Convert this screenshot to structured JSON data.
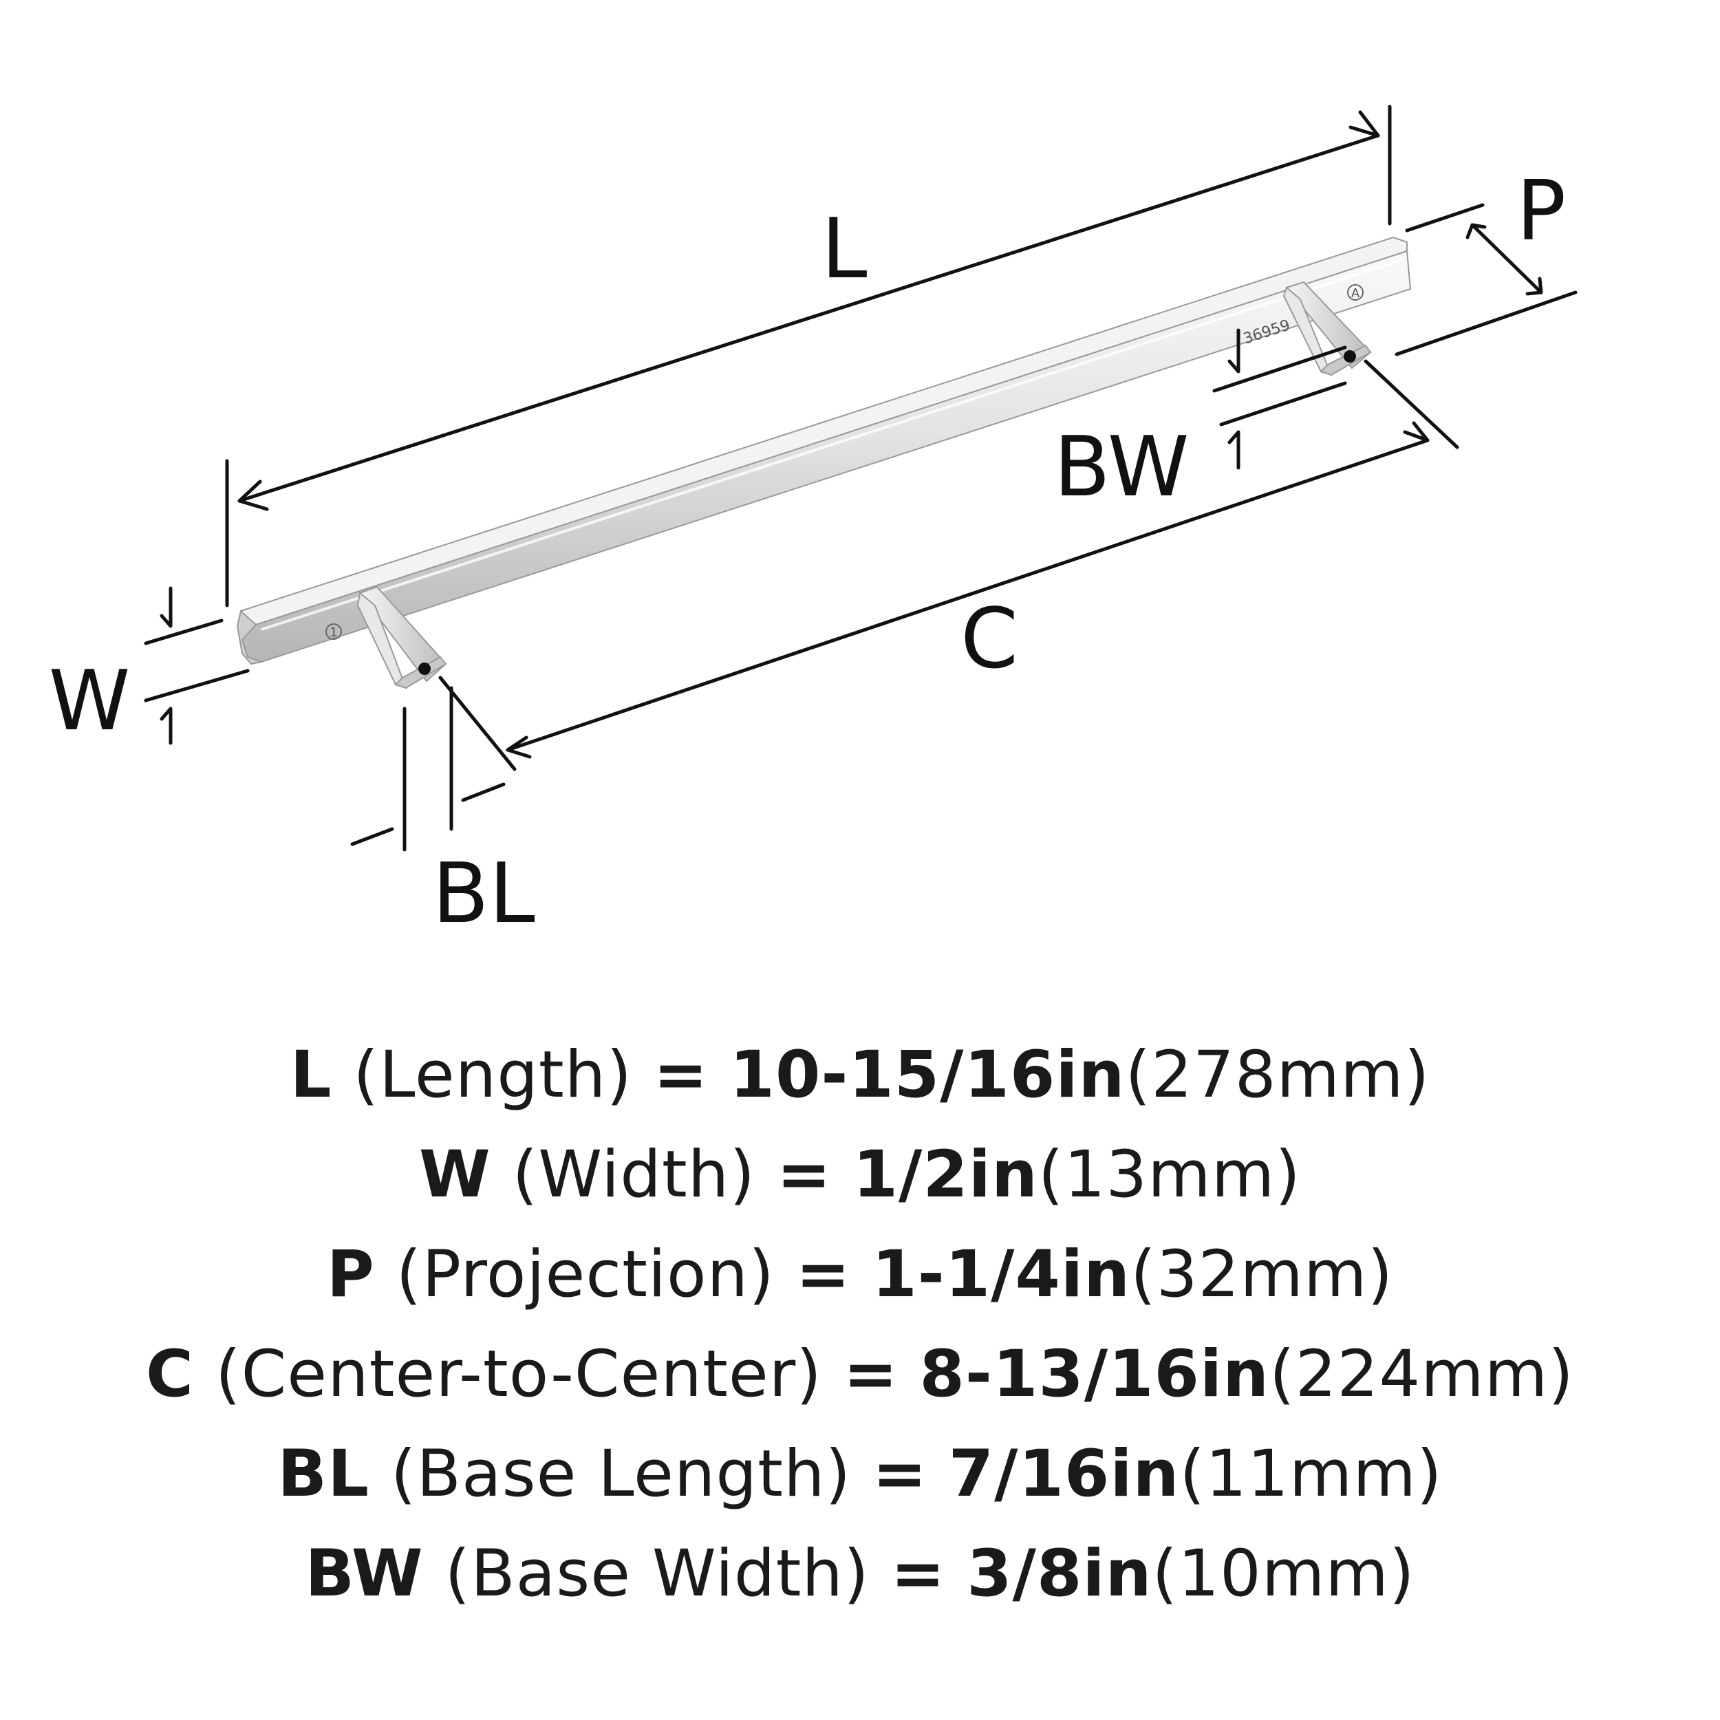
{
  "diagram": {
    "labels": {
      "L": "L",
      "W": "W",
      "P": "P",
      "C": "C",
      "BL": "BL",
      "BW": "BW"
    },
    "part_marks": {
      "end_a": "1",
      "end_b": "A",
      "part_number": "36959"
    }
  },
  "specs": [
    {
      "code": "L",
      "desc": "(Length)",
      "imperial": "10-15/16in",
      "metric": "(278mm)"
    },
    {
      "code": "W",
      "desc": "(Width)",
      "imperial": "1/2in",
      "metric": "(13mm)"
    },
    {
      "code": "P",
      "desc": "(Projection)",
      "imperial": "1-1/4in",
      "metric": "(32mm)"
    },
    {
      "code": "C",
      "desc": "(Center-to-Center)",
      "imperial": "8-13/16in",
      "metric": "(224mm)"
    },
    {
      "code": "BL",
      "desc": "(Base Length)",
      "imperial": "7/16in",
      "metric": "(11mm)"
    },
    {
      "code": "BW",
      "desc": "(Base Width)",
      "imperial": "3/8in",
      "metric": "(10mm)"
    }
  ],
  "equals_sign": "=",
  "colors": {
    "line": "#111111",
    "metal_light": "#f2f2f2",
    "metal_mid": "#d4d4d4",
    "metal_dark": "#a8a8a8",
    "text": "#1a1a1a"
  }
}
